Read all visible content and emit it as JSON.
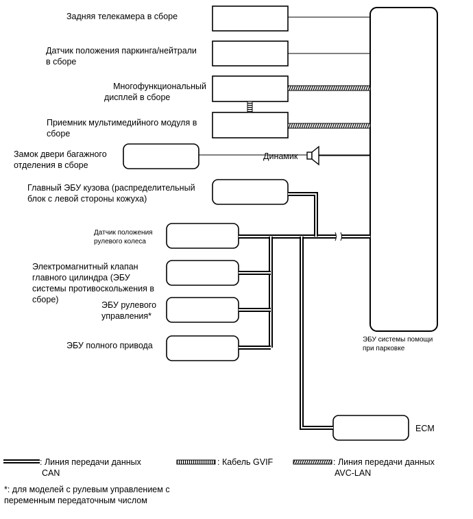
{
  "components": {
    "rear_camera": "Задняя телекамера в сборе",
    "park_neutral_sensor": [
      "Датчик положения паркинга/нейтрали",
      "в сборе"
    ],
    "multi_display": [
      "Многофункциональный",
      "дисплей в сборе"
    ],
    "media_receiver": [
      "Приемник мультимедийного модуля в",
      "сборе"
    ],
    "trunk_lock": [
      "Замок двери багажного",
      "отделения в сборе"
    ],
    "speaker": "Динамик",
    "main_body_ecu": [
      "Главный ЭБУ кузова (распределительный",
      "блок с левой стороны кожуха)"
    ],
    "steering_sensor": [
      "Датчик положения",
      "рулевого колеса"
    ],
    "brake_valve": [
      "Электромагнитный клапан",
      "главного цилиндра (ЭБУ",
      "системы противоскольжения в",
      "сборе)"
    ],
    "steering_ecu": [
      "ЭБУ рулевого",
      "управления*"
    ],
    "awd_ecu": "ЭБУ полного привода",
    "parking_assist_ecu": [
      "ЭБУ системы помощи",
      "при парковке"
    ],
    "ecm": "ECM"
  },
  "legend": {
    "can": [
      "Линия передачи данных",
      "CAN"
    ],
    "can_prefix": ":",
    "gvif": ": Кабель GVIF",
    "avc": [
      "Линия передачи данных",
      "AVC-LAN"
    ],
    "avc_prefix": ":"
  },
  "footnote": [
    "*: для моделей с рулевым управлением с",
    "переменным передаточным числом"
  ]
}
